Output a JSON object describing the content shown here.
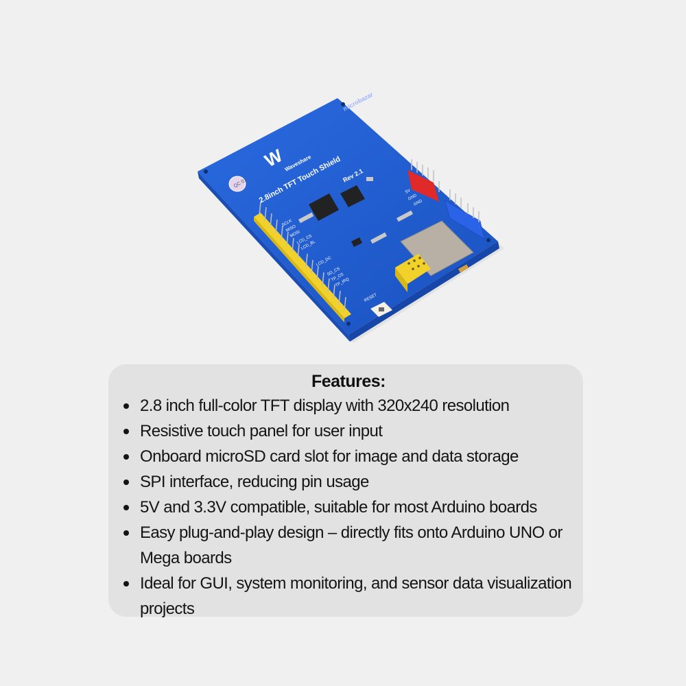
{
  "product": {
    "brand": "Waveshare",
    "title": "2.8inch TFT Touch Shield",
    "revision": "Rev 2.1",
    "watermark": "microbazar",
    "qc_sticker": "QC 01",
    "pin_labels_left": [
      "SCLK",
      "MISO",
      "MOSI",
      "LCD_CS",
      "LCD_BL",
      "LCD_DC",
      "SD_CS",
      "TP_CS",
      "TP_IRQ"
    ],
    "pin_labels_right": [
      "5V",
      "GND",
      "GND"
    ],
    "reset_label": "RESET",
    "colors": {
      "pcb": "#1f5fd0",
      "header_yellow": "#f2d22a",
      "header_red": "#e02a2a",
      "header_blue": "#2a62e8"
    }
  },
  "features": {
    "title": "Features:",
    "items": [
      "2.8 inch full-color TFT display with 320x240 resolution",
      "Resistive touch panel for user input",
      "Onboard microSD card slot for image and data storage",
      "SPI interface, reducing pin usage",
      "5V and 3.3V compatible, suitable for most Arduino boards",
      "Easy plug-and-play design – directly fits onto Arduino UNO or Mega boards",
      "Ideal for GUI, system monitoring, and sensor data visualization projects"
    ]
  }
}
